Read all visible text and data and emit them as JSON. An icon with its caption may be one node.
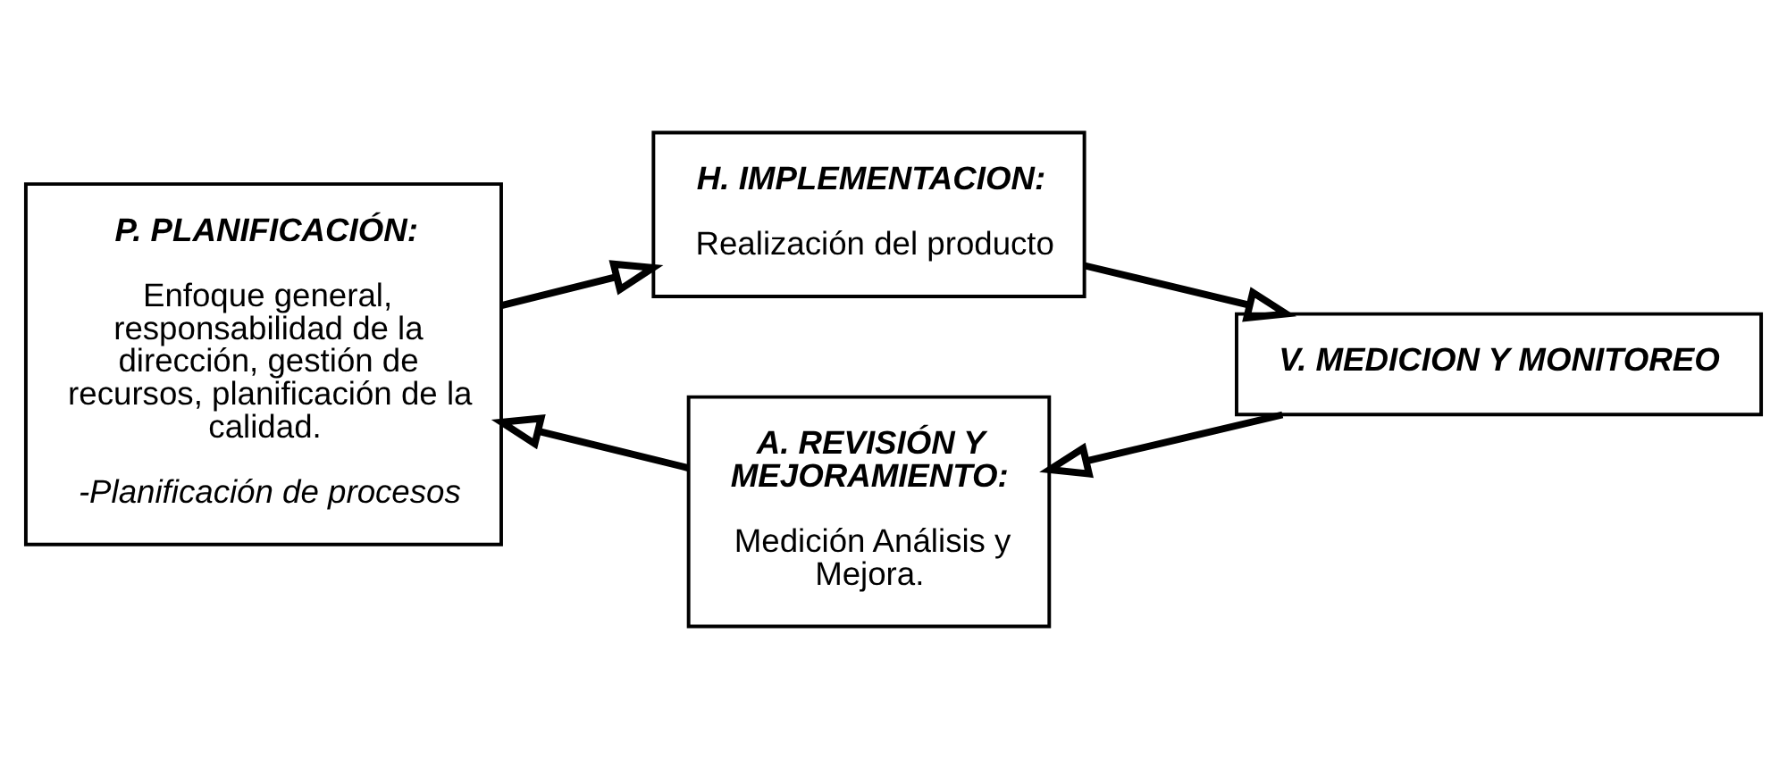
{
  "diagram": {
    "nodes": [
      {
        "text": [
          "P. PLANIFICACIÓN:",
          "Enfoque general, responsabilidad de la dirección, gestión de recursos, planificación de la calidad.",
          "-Planificación de procesos"
        ]
      },
      {
        "text": [
          "H. IMPLEMENTACION:",
          "Realización del producto"
        ]
      },
      {
        "text": [
          "V. MEDICION Y MONITOREO"
        ]
      },
      {
        "text": [
          "A. REVISIÓN Y MEJORAMIENTO:",
          "Medición Análisis y Mejora."
        ]
      }
    ],
    "edges": [
      {
        "from": 0,
        "to": 1,
        "arrow": "to"
      },
      {
        "from": 1,
        "to": 2,
        "arrow": "to"
      },
      {
        "from": 2,
        "to": 3,
        "arrow": "to"
      },
      {
        "from": 3,
        "to": 0,
        "arrow": "to"
      }
    ]
  }
}
